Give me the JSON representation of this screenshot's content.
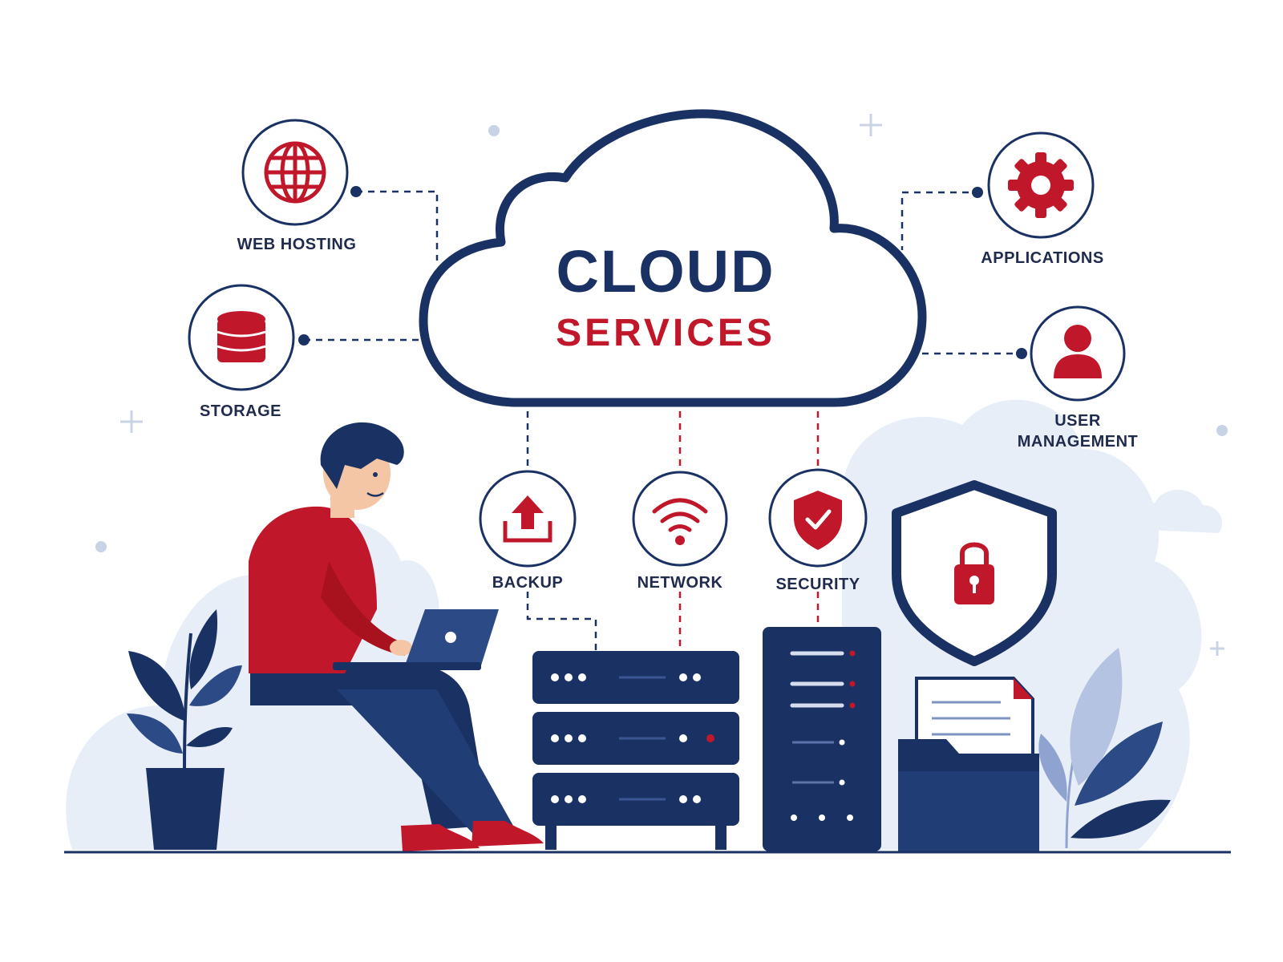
{
  "title": {
    "main": "CLOUD",
    "sub": "SERVICES"
  },
  "services": {
    "web_hosting": {
      "label": "WEB HOSTING",
      "icon": "globe-icon"
    },
    "storage": {
      "label": "STORAGE",
      "icon": "database-icon"
    },
    "applications": {
      "label": "APPLICATIONS",
      "icon": "gear-icon"
    },
    "user_management": {
      "label_line1": "USER",
      "label_line2": "MANAGEMENT",
      "icon": "user-icon"
    },
    "backup": {
      "label": "BACKUP",
      "icon": "upload-icon"
    },
    "network": {
      "label": "NETWORK",
      "icon": "wifi-icon"
    },
    "security": {
      "label": "SECURITY",
      "icon": "shield-check-icon"
    }
  },
  "colors": {
    "navy": "#1a3263",
    "red": "#c0182a",
    "light_blue": "#e6ecf7"
  }
}
